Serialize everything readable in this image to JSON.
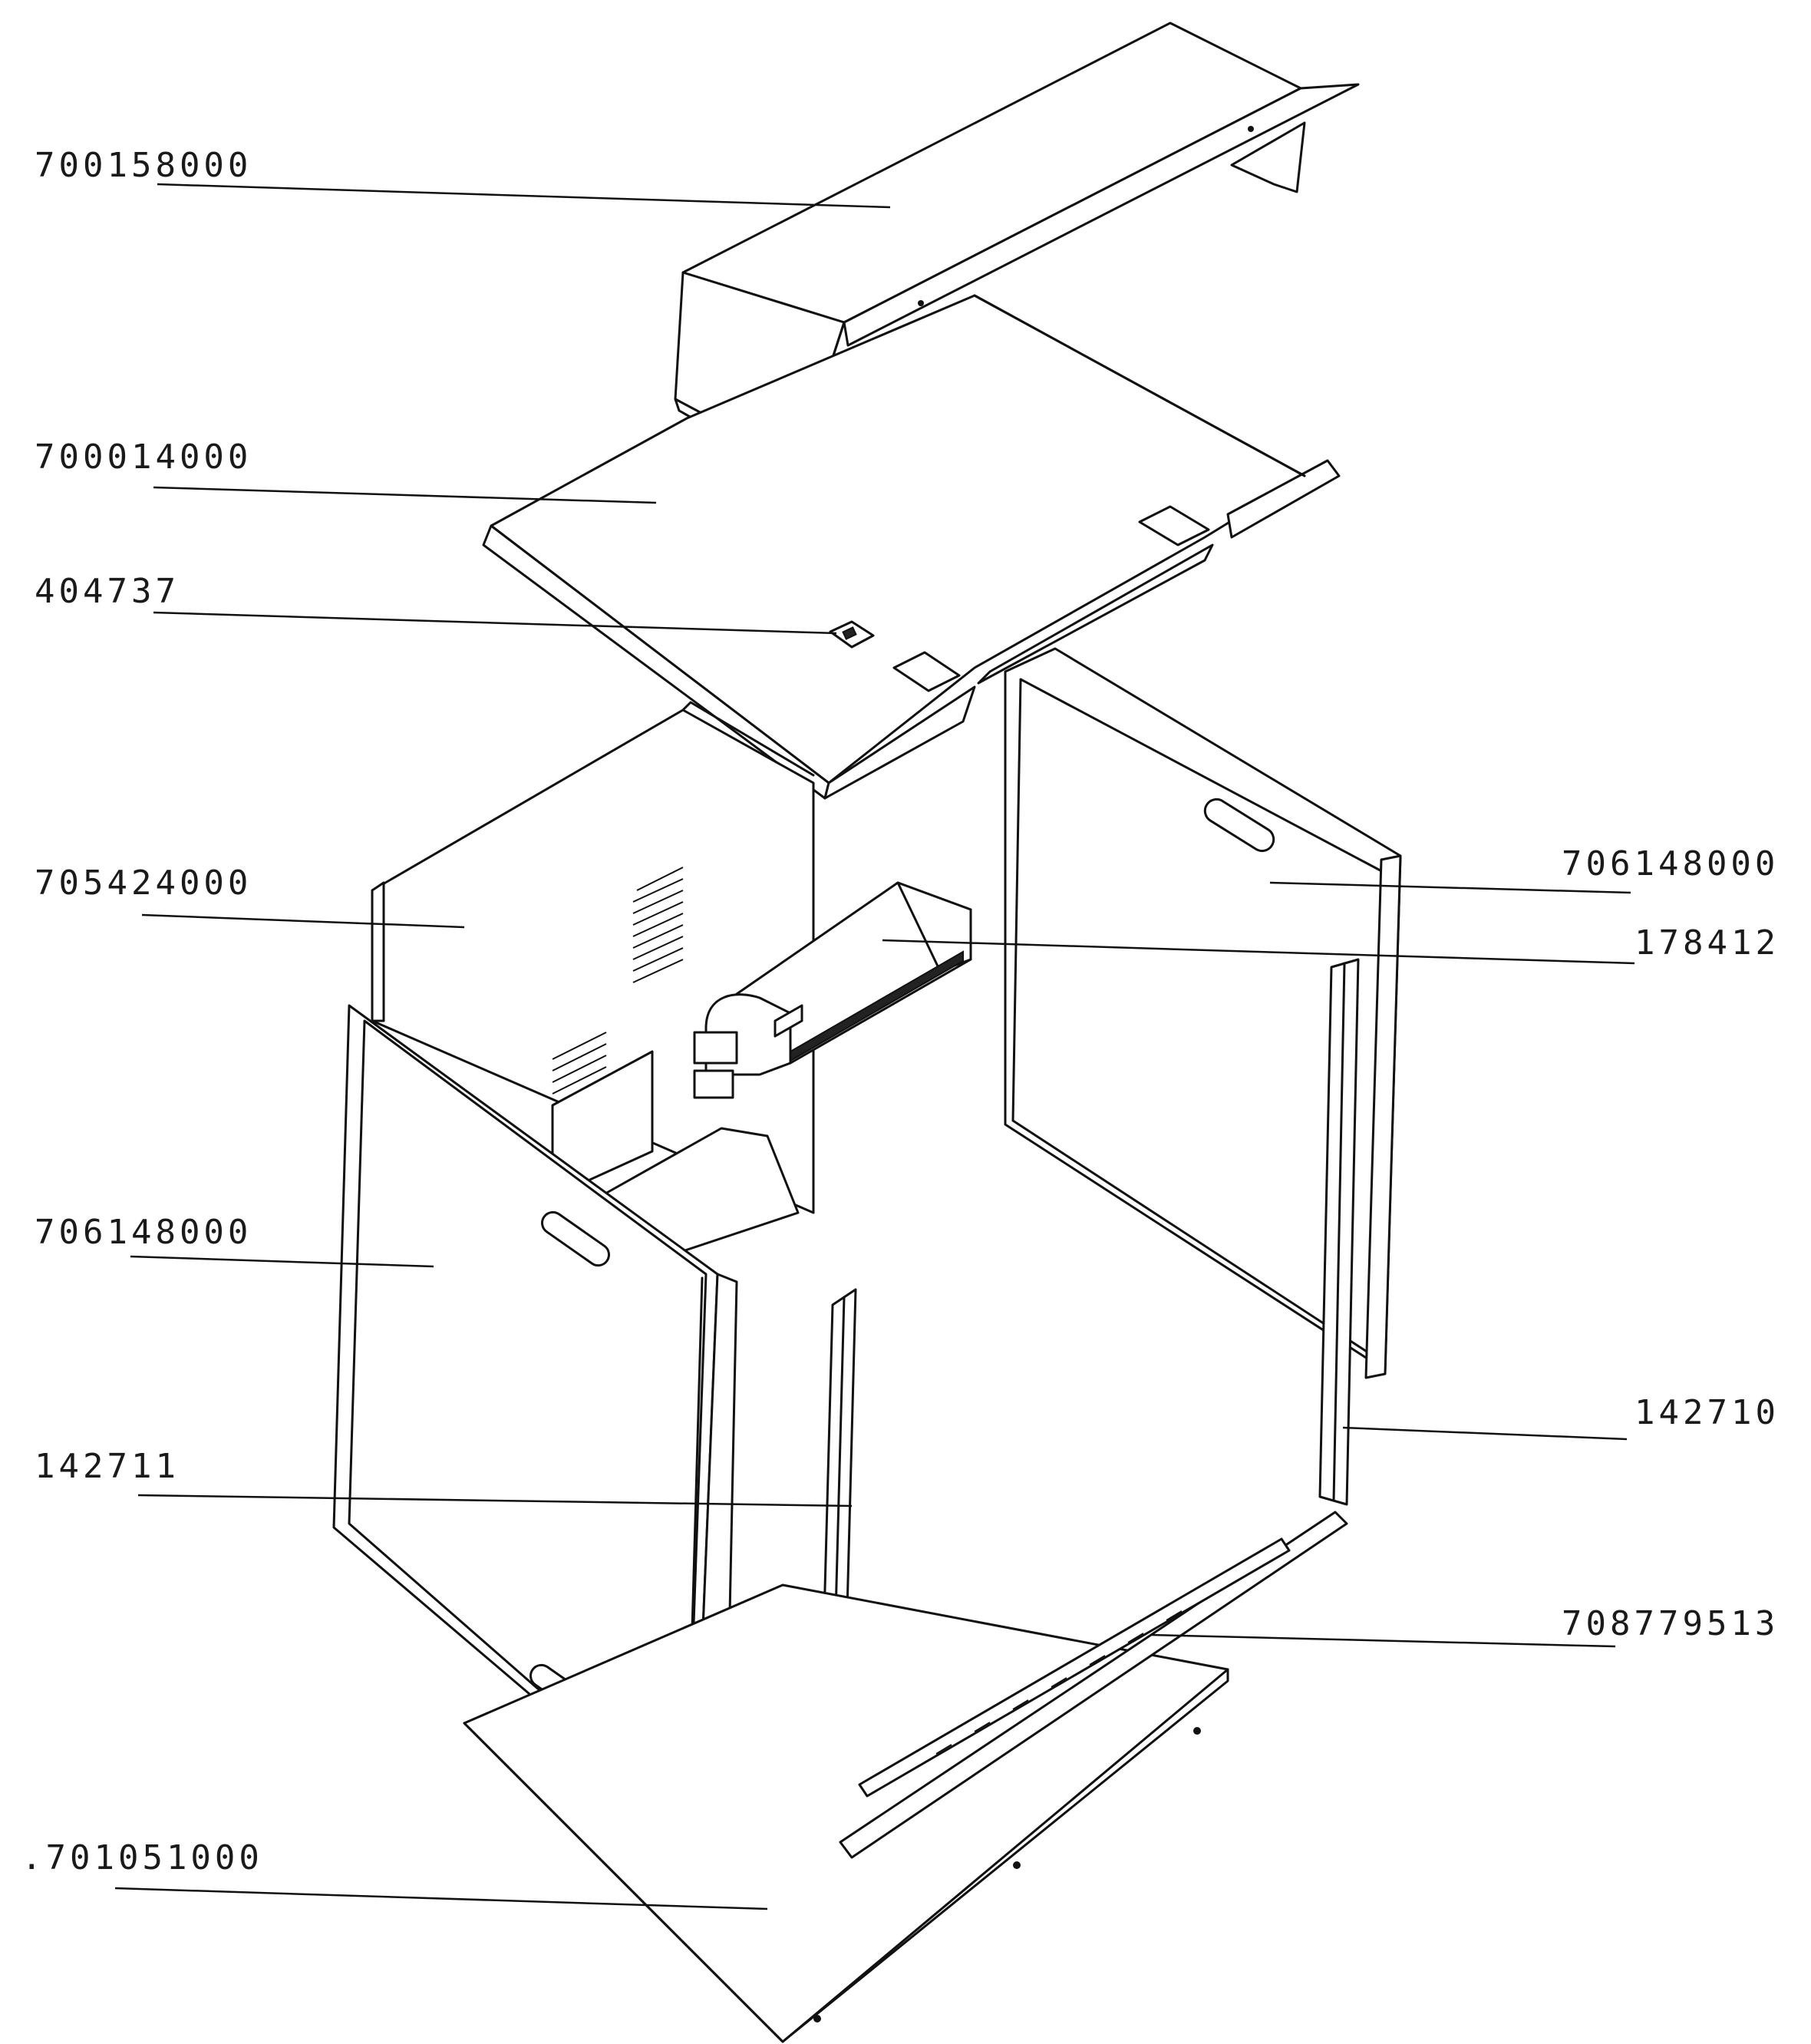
{
  "callouts": [
    {
      "id": "top-cover",
      "label": "700158000"
    },
    {
      "id": "top-panel",
      "label": "700014000"
    },
    {
      "id": "clip",
      "label": "404737"
    },
    {
      "id": "back-panel",
      "label": "705424000"
    },
    {
      "id": "side-panel-left",
      "label": "706148000"
    },
    {
      "id": "rail-left",
      "label": "142711"
    },
    {
      "id": "base-plate",
      "label": ".701051000"
    },
    {
      "id": "side-panel-right",
      "label": "706148000"
    },
    {
      "id": "fan-duct",
      "label": "178412"
    },
    {
      "id": "rail-right",
      "label": "142710"
    },
    {
      "id": "front-strip",
      "label": "708779513"
    }
  ],
  "colors": {
    "line": "#111111",
    "background": "#ffffff"
  }
}
